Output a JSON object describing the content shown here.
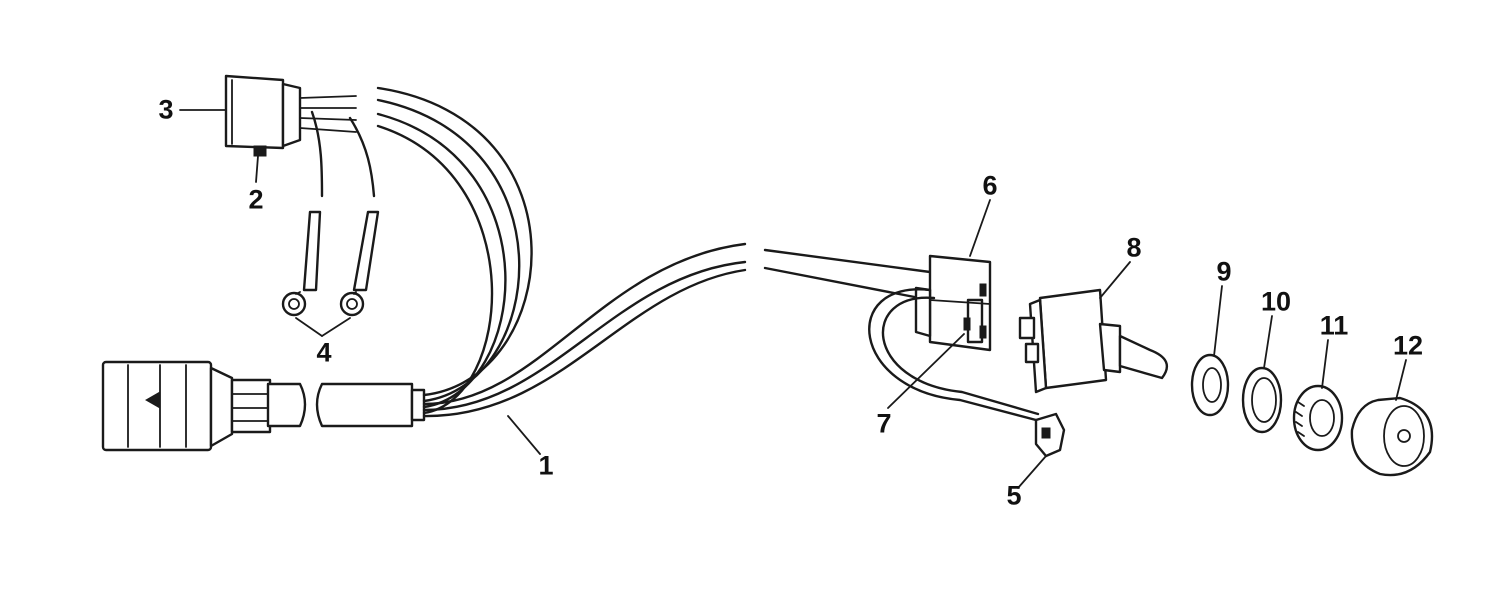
{
  "diagram": {
    "colors": {
      "ink": "#1a1a1a",
      "background": "#ffffff"
    },
    "callouts": [
      {
        "id": "c1",
        "label": "1",
        "part": "wiring-harness"
      },
      {
        "id": "c2",
        "label": "2",
        "part": "connector-terminal"
      },
      {
        "id": "c3",
        "label": "3",
        "part": "connector-housing"
      },
      {
        "id": "c4",
        "label": "4",
        "part": "ring-terminals"
      },
      {
        "id": "c5",
        "label": "5",
        "part": "wire-clip"
      },
      {
        "id": "c6",
        "label": "6",
        "part": "switch-plug"
      },
      {
        "id": "c7",
        "label": "7",
        "part": "plug-terminal"
      },
      {
        "id": "c8",
        "label": "8",
        "part": "toggle-switch"
      },
      {
        "id": "c9",
        "label": "9",
        "part": "hex-nut"
      },
      {
        "id": "c10",
        "label": "10",
        "part": "washer"
      },
      {
        "id": "c11",
        "label": "11",
        "part": "knurled-nut"
      },
      {
        "id": "c12",
        "label": "12",
        "part": "boot-cap"
      }
    ]
  }
}
